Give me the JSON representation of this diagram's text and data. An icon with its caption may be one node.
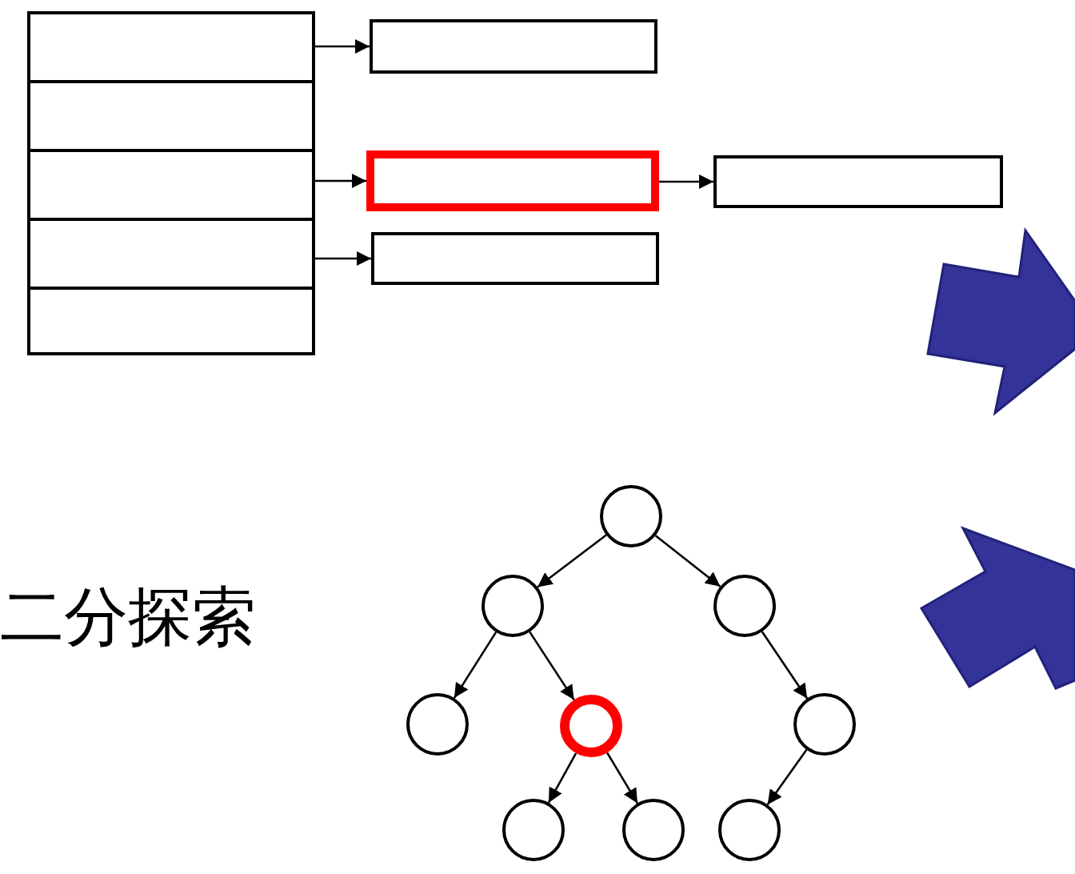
{
  "diagram": {
    "nodes": [
      {
        "text": [],
        "shape": "box"
      },
      {
        "text": [],
        "shape": "box"
      },
      {
        "text": [],
        "shape": "box"
      },
      {
        "text": [],
        "shape": "box"
      },
      {
        "text": [],
        "shape": "box"
      },
      {
        "text": [],
        "shape": "box"
      },
      {
        "text": [],
        "shape": "box"
      },
      {
        "text": [],
        "shape": "box"
      },
      {
        "text": [],
        "shape": "box"
      },
      {
        "text": [],
        "shape": "circle"
      },
      {
        "text": [],
        "shape": "circle"
      },
      {
        "text": [],
        "shape": "circle"
      },
      {
        "text": [],
        "shape": "circle"
      },
      {
        "text": [],
        "shape": "circle"
      },
      {
        "text": [],
        "shape": "circle"
      },
      {
        "text": [],
        "shape": "circle"
      },
      {
        "text": [],
        "shape": "circle"
      },
      {
        "text": [],
        "shape": "circle"
      }
    ],
    "edges": [
      {
        "from": 0,
        "to": 5,
        "arrow": "to"
      },
      {
        "from": 2,
        "to": 6,
        "arrow": "to"
      },
      {
        "from": 6,
        "to": 7,
        "arrow": "to"
      },
      {
        "from": 3,
        "to": 8,
        "arrow": "to"
      },
      {
        "from": 9,
        "to": 10,
        "arrow": "to"
      },
      {
        "from": 9,
        "to": 11,
        "arrow": "to"
      },
      {
        "from": 10,
        "to": 12,
        "arrow": "to"
      },
      {
        "from": 10,
        "to": 13,
        "arrow": "to"
      },
      {
        "from": 11,
        "to": 14,
        "arrow": "to"
      },
      {
        "from": 13,
        "to": 15,
        "arrow": "to"
      },
      {
        "from": 13,
        "to": 16,
        "arrow": "to"
      },
      {
        "from": 14,
        "to": 17,
        "arrow": "to"
      }
    ],
    "labels": [
      "二分探索"
    ]
  }
}
